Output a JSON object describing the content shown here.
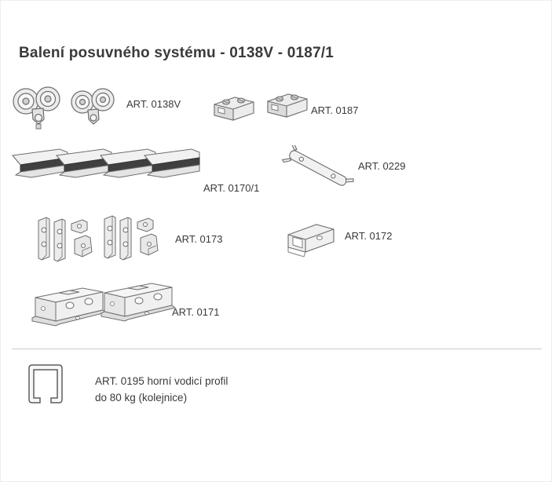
{
  "page": {
    "title": "Balení posuvného systému - 0138V - 0187/1"
  },
  "parts": {
    "p0138v": {
      "label": "ART. 0138V"
    },
    "p0187": {
      "label": "ART. 0187"
    },
    "p0170": {
      "label": "ART. 0170/1"
    },
    "p0229": {
      "label": "ART. 0229"
    },
    "p0173": {
      "label": "ART. 0173"
    },
    "p0172": {
      "label": "ART. 0172"
    },
    "p0171": {
      "label": "ART. 0171"
    }
  },
  "footer": {
    "line1": "ART. 0195 horní vodicí profil",
    "line2": "do 80 kg (kolejnice)"
  },
  "icons": {
    "p0138v": "roller-carriage-icon",
    "p0187": "clamp-bracket-icon",
    "p0170": "rail-profile-icon",
    "p0229": "link-strip-icon",
    "p0173": "mounting-plates-icon",
    "p0172": "channel-clip-icon",
    "p0171": "carriage-bracket-icon",
    "p0195": "guide-profile-section-icon"
  },
  "colors": {
    "text": "#3a3a3a",
    "line": "#6e6e6e",
    "dark_fill": "#404040",
    "divider": "#cccccc"
  }
}
